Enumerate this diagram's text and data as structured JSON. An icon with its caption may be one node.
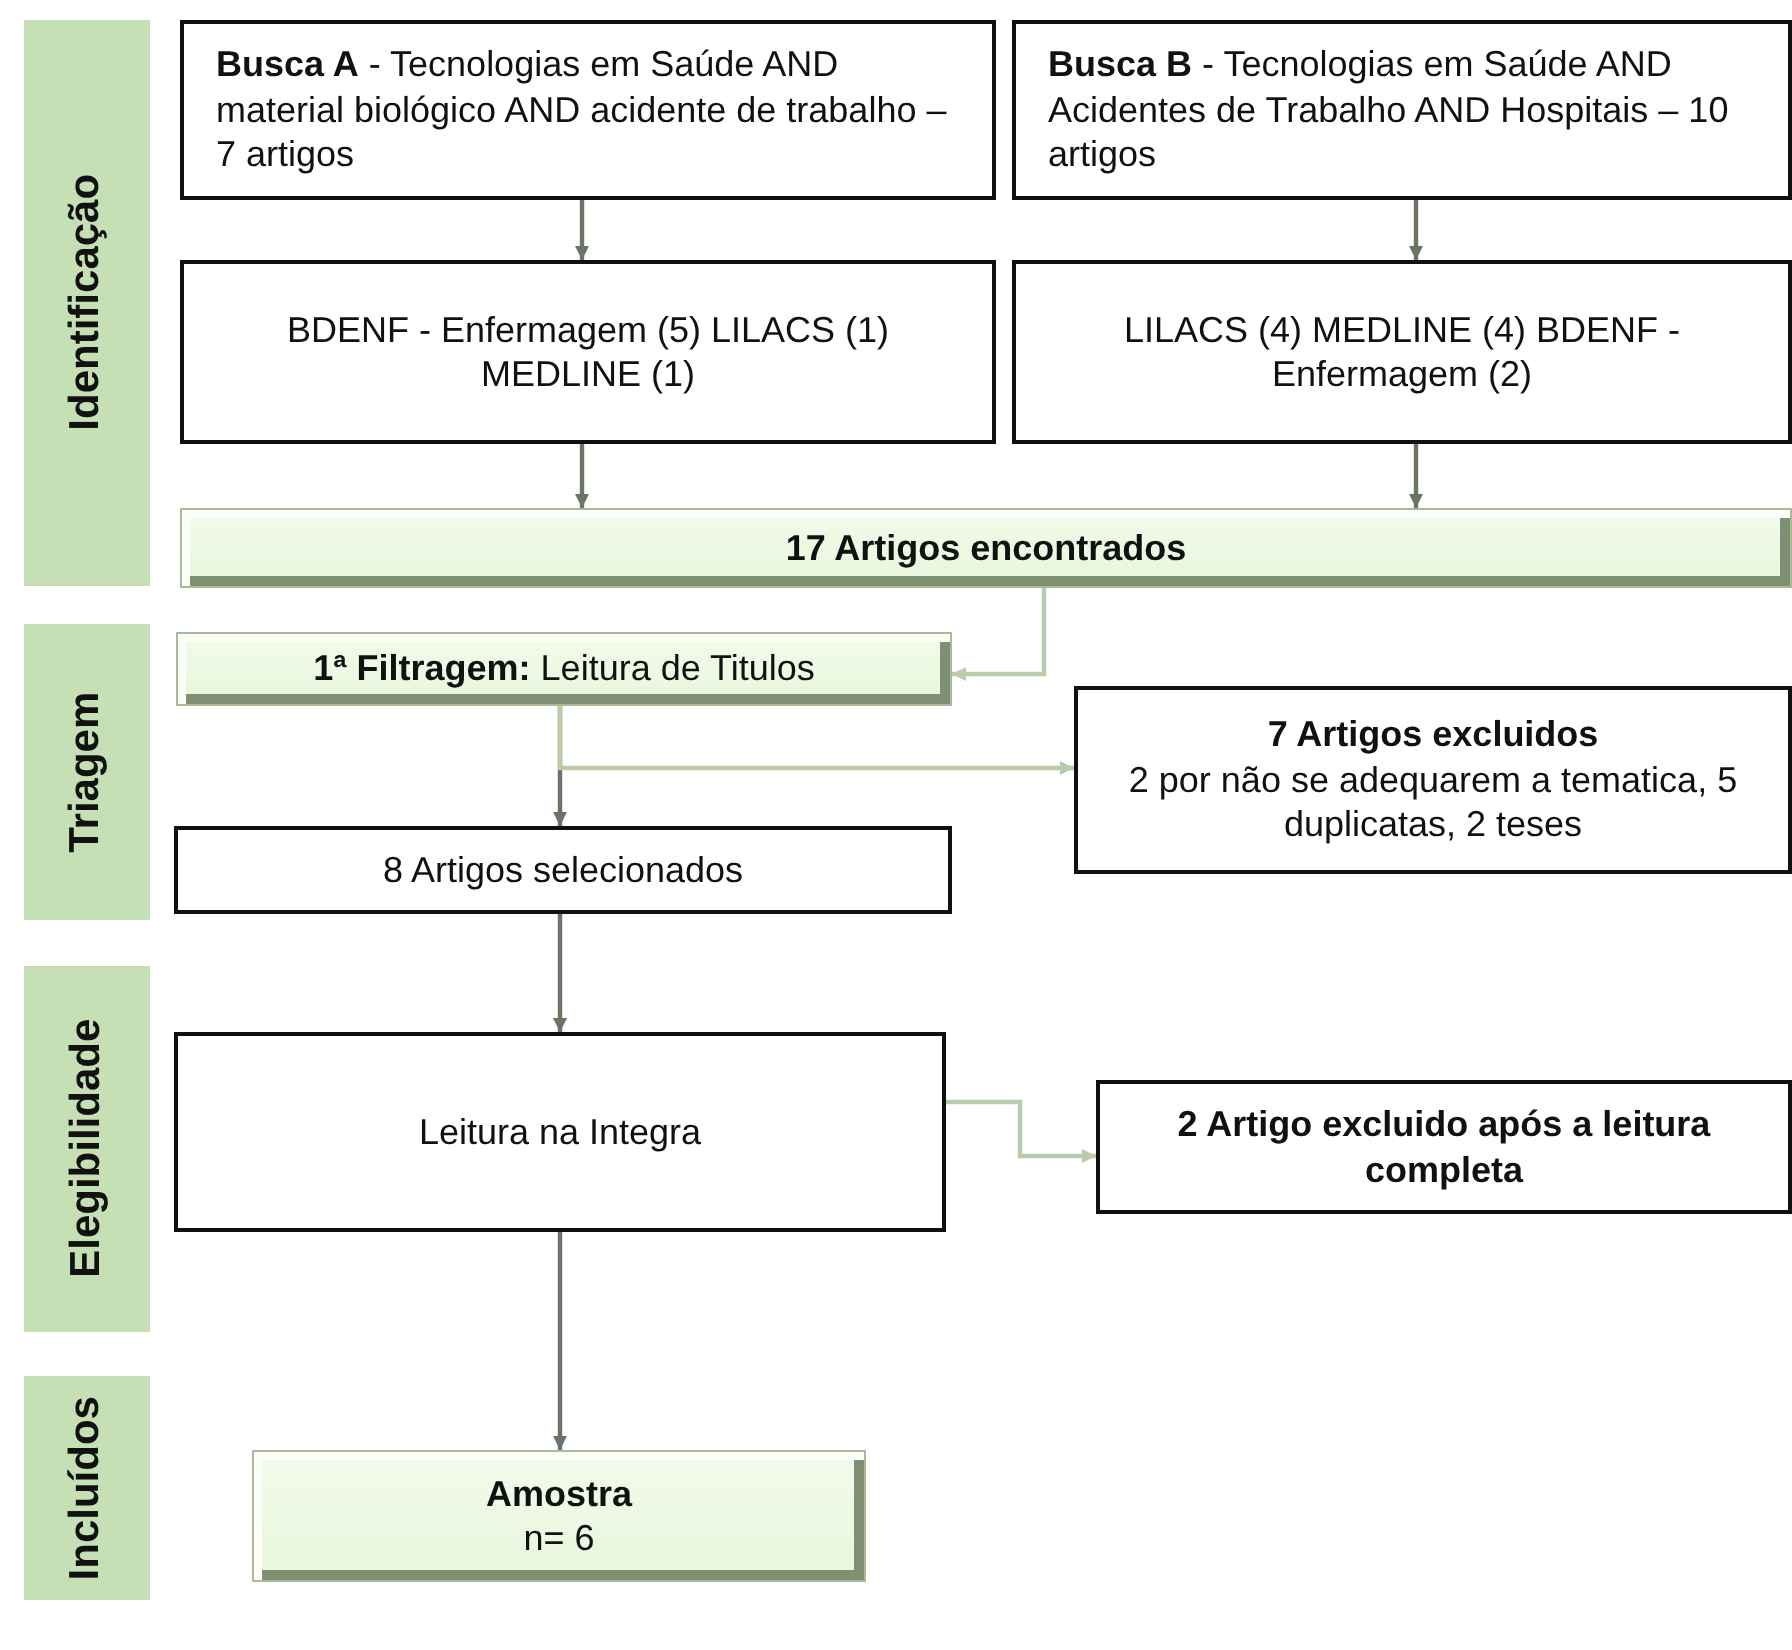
{
  "diagram": {
    "nodes": [
      {
        "text": [
          "Identificação"
        ]
      },
      {
        "text": [
          "**Busca A** - Tecnologias em Saúde AND material biológico AND acidente de trabalho – 7 artigos"
        ]
      },
      {
        "text": [
          "**Busca B** - Tecnologias em Saúde AND Acidentes de Trabalho AND Hospitais – 10 artigos"
        ]
      },
      {
        "text": [
          "BDENF - Enfermagem (5) LILACS (1) MEDLINE (1)"
        ]
      },
      {
        "text": [
          "LILACS (4) MEDLINE (4) BDENF - Enfermagem (2)"
        ]
      },
      {
        "text": [
          "17 Artigos encontrados"
        ]
      },
      {
        "text": [
          "Triagem"
        ]
      },
      {
        "text": [
          "**1ª Filtragem:** Leitura de Titulos"
        ]
      },
      {
        "text": [
          "7 Artigos excluidos",
          "2 por não se adequarem a tematica, 5 duplicatas, 2 teses"
        ]
      },
      {
        "text": [
          "8 Artigos selecionados"
        ]
      },
      {
        "text": [
          "Elegibilidade"
        ]
      },
      {
        "text": [
          "Leitura na Integra"
        ]
      },
      {
        "text": [
          "2 Artigo excluido após a leitura completa"
        ]
      },
      {
        "text": [
          "Incluídos"
        ]
      },
      {
        "text": [
          "Amostra",
          "n= 6"
        ]
      }
    ],
    "edges": [
      {
        "from": 1,
        "to": 3,
        "arrow": "to"
      },
      {
        "from": 2,
        "to": 4,
        "arrow": "to"
      },
      {
        "from": 3,
        "to": 5,
        "arrow": "to"
      },
      {
        "from": 4,
        "to": 5,
        "arrow": "to"
      },
      {
        "from": 5,
        "to": 7,
        "arrow": "to",
        "color": "#b9cbab"
      },
      {
        "from": 7,
        "to": 9,
        "arrow": "to"
      },
      {
        "from": 7,
        "to": 8,
        "arrow": "to",
        "color": "#b9cbab"
      },
      {
        "from": 9,
        "to": 11,
        "arrow": "to"
      },
      {
        "from": 11,
        "to": 12,
        "arrow": "to",
        "color": "#b9cbab"
      },
      {
        "from": 11,
        "to": 14,
        "arrow": "to"
      }
    ]
  }
}
